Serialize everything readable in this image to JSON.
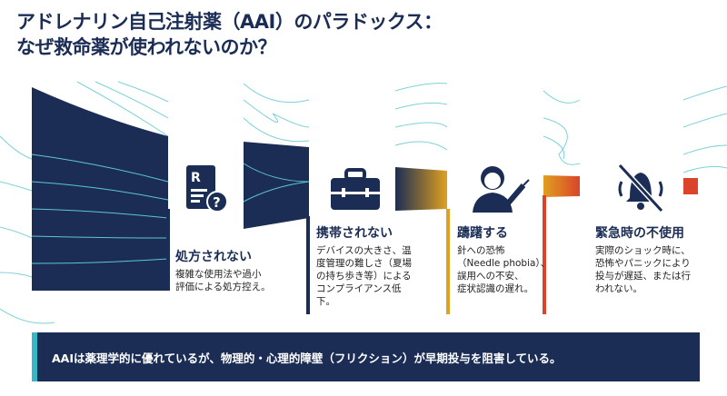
{
  "title_line1": "アドレナリン自己注射薬（AAI）のパラドックス：",
  "title_line2": "なぜ救命薬が使われないのか？",
  "steps": [
    {
      "title": "処方されない",
      "body": "複雑な使用法や過小\n評価による処方控え。",
      "icon": "prescription-question-icon"
    },
    {
      "title": "携帯されない",
      "body": "デバイスの大きさ、温\n度管理の難しさ（夏場\nの持ち歩き等）による\nコンプライアンス低\n下。",
      "icon": "briefcase-icon"
    },
    {
      "title": "躊躇する",
      "body": "針への恐怖\n（Needle phobia）、\n誤用への不安、\n症状認識の遅れ。",
      "icon": "person-syringe-icon"
    },
    {
      "title": "緊急時の不使用",
      "body": "実際のショック時に、\n恐怖やパニックにより\n投与が遅延、または行\nわれない。",
      "icon": "muted-bell-icon"
    }
  ],
  "banner": "AAIは薬理学的に優れているが、物理的・心理的障壁（フリクション）が早期投与を阻害している。",
  "colors": {
    "navy": "#1b2d55",
    "gold": "#e0a020",
    "red": "#d9442a",
    "teal": "#35b7c6"
  }
}
